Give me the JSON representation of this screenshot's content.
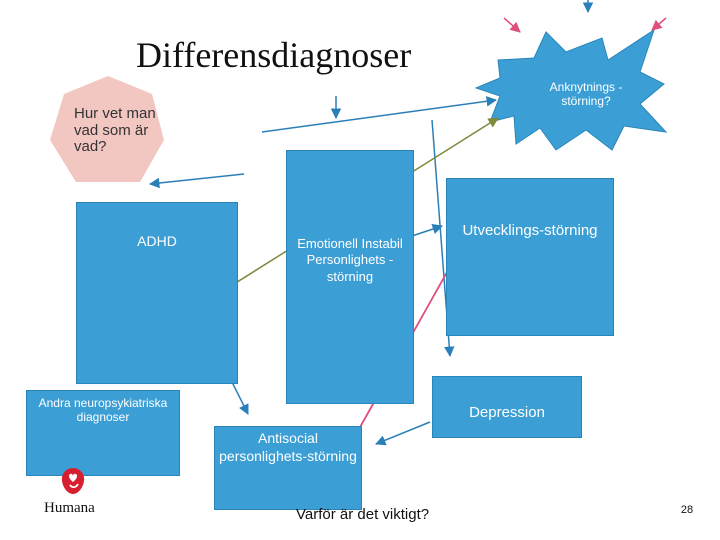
{
  "title": "Differensdiagnoser",
  "question_bubble": "Hur vet man vad som är vad?",
  "burst_label": "Anknytnings -störning?",
  "nodes": {
    "adhd": "ADHD",
    "bpd": "Emotionell Instabil Personlighets -störning",
    "utveckling": "Utvecklings-störning",
    "depression": "Depression",
    "andra": "Andra neuropsykiatriska diagnoser",
    "antisocial": "Antisocial personlighets-störning"
  },
  "footer_question": "Varför är det viktigt?",
  "page_number": "28",
  "logo": {
    "name": "Humana",
    "mark_icon": "humana-logo-icon"
  },
  "colors": {
    "box_fill": "#3b9fd6",
    "bubble_fill": "#f2c7c1",
    "arrow_blue": "#2b7fb8",
    "arrow_pink": "#e04f7c",
    "arrow_olive": "#7f8a3a",
    "logo_red": "#d6202f"
  }
}
